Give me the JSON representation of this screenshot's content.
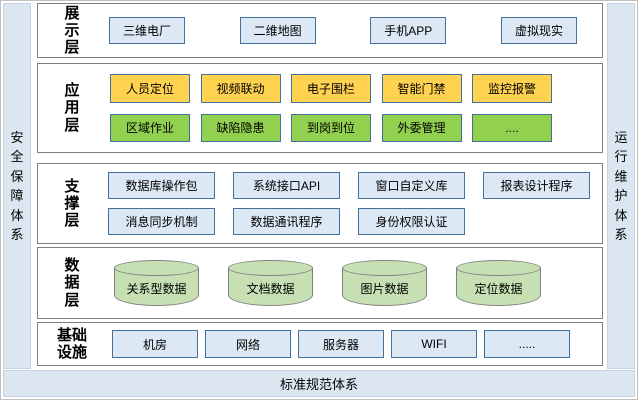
{
  "sidebars": {
    "left": "安\n全\n保\n障\n体\n系",
    "right": "运\n行\n维\n护\n体\n系"
  },
  "bottom_bar": {
    "label": "标准规范体系"
  },
  "layers": {
    "presentation": {
      "label": "展\n示\n层",
      "boxes": [
        "三维电厂",
        "二维地图",
        "手机APP",
        "虚拟现实"
      ]
    },
    "application": {
      "label": "应\n用\n层",
      "row1": [
        "人员定位",
        "视频联动",
        "电子围栏",
        "智能门禁",
        "监控报警"
      ],
      "row2": [
        "区域作业",
        "缺陷隐患",
        "到岗到位",
        "外委管理",
        "...."
      ]
    },
    "support": {
      "label": "支\n撑\n层",
      "row1": [
        "数据库操作包",
        "系统接口API",
        "窗口自定义库",
        "报表设计程序"
      ],
      "row2": [
        "消息同步机制",
        "数据通讯程序",
        "身份权限认证"
      ]
    },
    "data": {
      "label": "数\n据\n层",
      "cylinders": [
        "关系型数据",
        "文档数据",
        "图片数据",
        "定位数据"
      ]
    },
    "infrastructure": {
      "label": "基础\n设施",
      "boxes": [
        "机房",
        "网络",
        "服务器",
        "WIFI",
        "....."
      ]
    }
  },
  "colors": {
    "strip_bg": "#dce6f1",
    "band_border": "#7f7f7f",
    "box_blue_bg": "#dce8f4",
    "box_border_blue": "#41719c",
    "box_yellow_bg": "#ffd24f",
    "box_green_bg": "#92d050",
    "cylinder_bg": "#c6e0b4"
  }
}
